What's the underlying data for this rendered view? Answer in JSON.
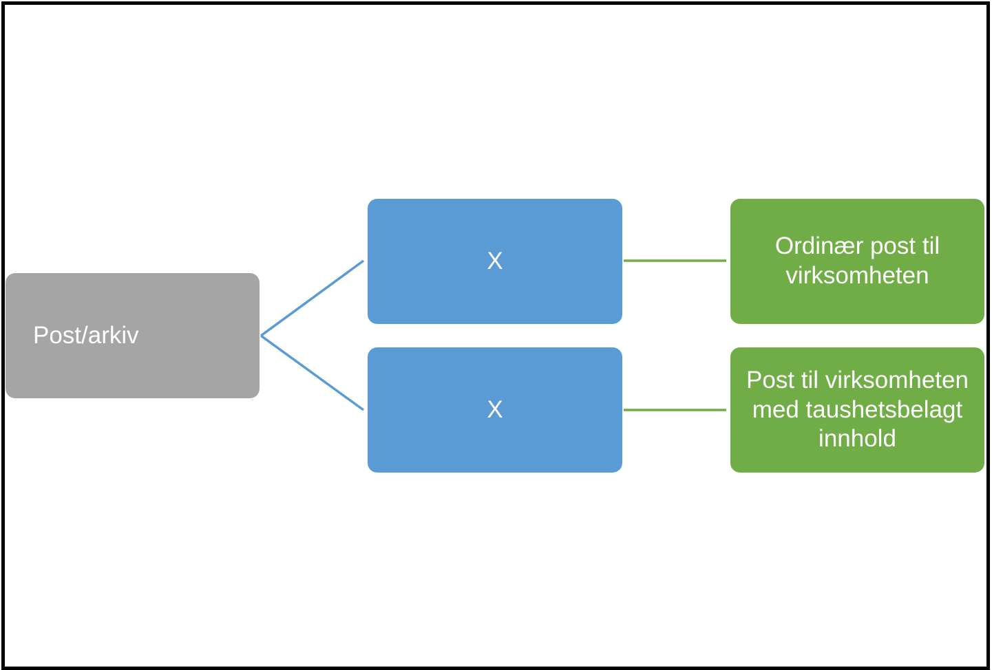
{
  "colors": {
    "root": "#a5a5a5",
    "middle": "#5b9bd5",
    "leaf": "#70ad47",
    "connector_blue": "#5b9bd5",
    "connector_green": "#70ad47",
    "frame_border": "#000000"
  },
  "diagram": {
    "root": {
      "label": "Post/arkiv"
    },
    "branches": [
      {
        "label": "X",
        "leaf": {
          "label": "Ordinær post til\nvirksomheten"
        }
      },
      {
        "label": "X",
        "leaf": {
          "label": "Post til virksomheten\nmed taushetsbelagt\ninnhold"
        }
      }
    ]
  }
}
